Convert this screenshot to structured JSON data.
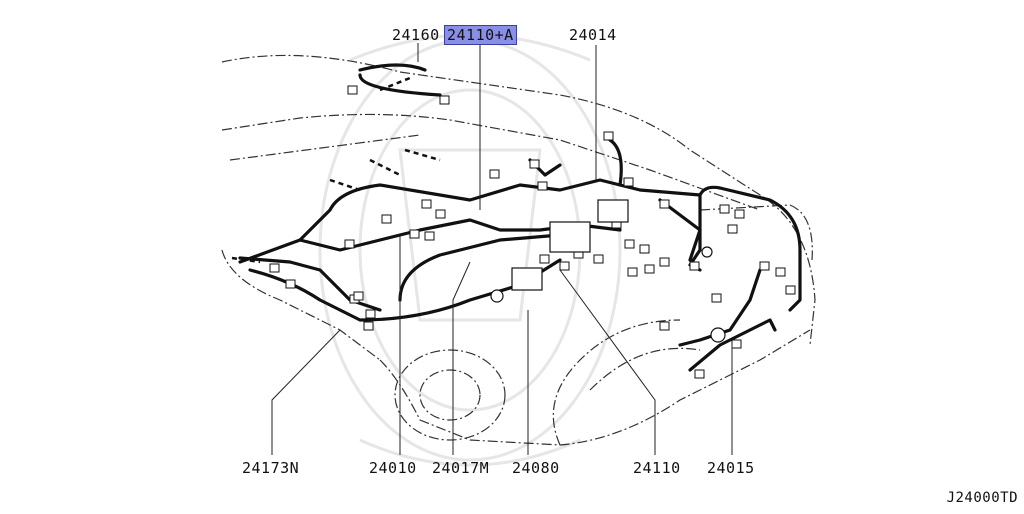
{
  "diagram": {
    "drawing_code": "J24000TD",
    "callouts_top": [
      {
        "id": "c24160",
        "text": "24160",
        "active": false
      },
      {
        "id": "c24110A",
        "text": "24110+A",
        "active": true
      },
      {
        "id": "c24014",
        "text": "24014",
        "active": false
      }
    ],
    "callouts_bottom": [
      {
        "id": "c24173N",
        "text": "24173N"
      },
      {
        "id": "c24010",
        "text": "24010"
      },
      {
        "id": "c24017M",
        "text": "24017M"
      },
      {
        "id": "c24080",
        "text": "24080"
      },
      {
        "id": "c24110",
        "text": "24110"
      },
      {
        "id": "c24015",
        "text": "24015"
      }
    ],
    "colors": {
      "line": "#111111",
      "body": "#333333",
      "highlight": "#8a8fe6",
      "watermark": "#e4e4e4"
    }
  }
}
